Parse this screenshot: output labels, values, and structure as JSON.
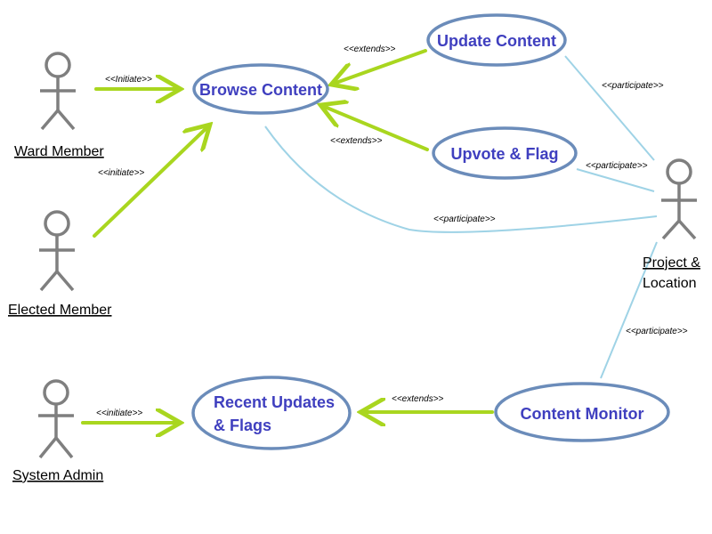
{
  "actors": {
    "ward_member": "Ward Member",
    "elected_member": "Elected Member",
    "system_admin": "System Admin",
    "project_location_line1": "Project &",
    "project_location_line2": "Location"
  },
  "use_cases": {
    "browse_content": "Browse Content",
    "update_content": "Update Content",
    "upvote_flag": "Upvote & Flag",
    "recent_updates_line1": "Recent Updates",
    "recent_updates_line2": "& Flags",
    "content_monitor": "Content Monitor"
  },
  "stereotypes": {
    "ward_initiate": "<<Initiate>>",
    "elected_initiate": "<<initiate>>",
    "admin_initiate": "<<initiate>>",
    "update_extends": "<<extends>>",
    "upvote_extends": "<<extends>>",
    "monitor_extends": "<<extends>>",
    "update_participate": "<<participate>>",
    "upvote_participate": "<<participate>>",
    "browse_participate": "<<participate>>",
    "monitor_participate": "<<participate>>"
  },
  "colors": {
    "use_case_text": "#3f3fbf",
    "use_case_border": "#6b8cba",
    "actor": "#7f7f7f",
    "initiate_extends_line": "#a9d61f",
    "participate_line": "#9fd3e6"
  }
}
